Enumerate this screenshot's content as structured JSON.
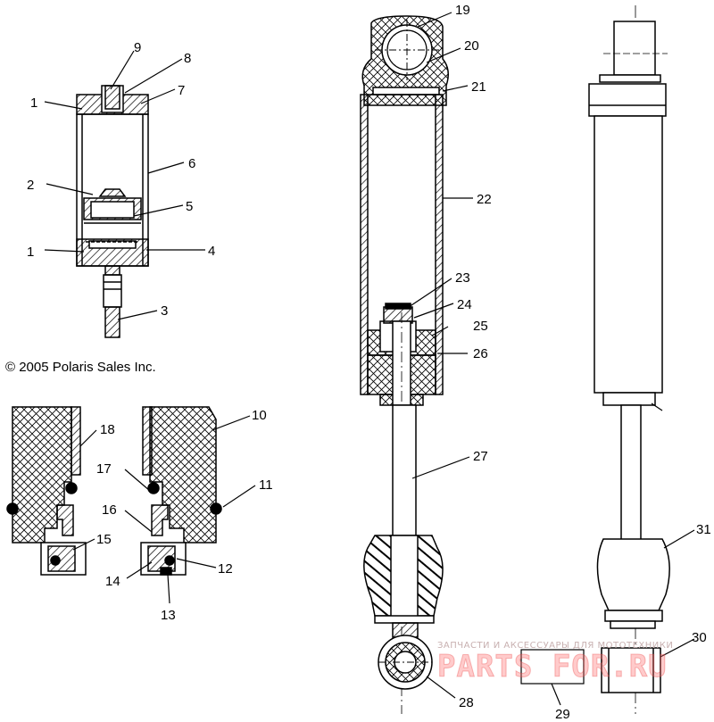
{
  "copyright": "© 2005 Polaris Sales Inc.",
  "callouts": [
    "1",
    "2",
    "3",
    "4",
    "5",
    "6",
    "7",
    "8",
    "9",
    "1",
    "10",
    "11",
    "12",
    "13",
    "14",
    "15",
    "16",
    "17",
    "18",
    "19",
    "20",
    "21",
    "22",
    "23",
    "24",
    "25",
    "26",
    "27",
    "28",
    "29",
    "30",
    "31"
  ],
  "watermark": {
    "tagline": "ЗАПЧАСТИ И АКСЕССУАРЫ ДЛЯ МОТОТЕХНИКИ",
    "logo": "PARTS FOR.RU"
  }
}
